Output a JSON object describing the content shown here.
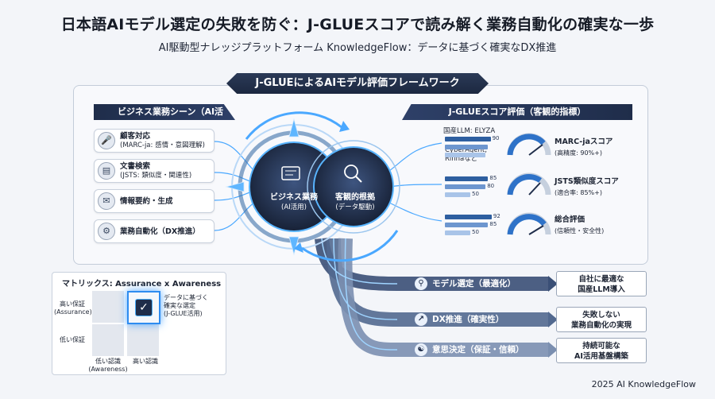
{
  "header": {
    "title": "日本語AIモデル選定の失敗を防ぐ：J-GLUEスコアで読み解く業務自動化の確実な一歩",
    "subtitle": "AI駆動型ナレッジプラットフォーム KnowledgeFlow：データに基づく確実なDX推進"
  },
  "framework": {
    "title": "J-GLUEによるAIモデル評価フレームワーク"
  },
  "left_panel": {
    "title": "ビジネス業務シーン（AI活用）",
    "items": [
      {
        "icon": "microphone-icon",
        "label": "顧客対応",
        "sub": "(MARC-ja: 感情・意図理解)"
      },
      {
        "icon": "document-icon",
        "label": "文書検索",
        "sub": "(JSTS: 類似度・関連性)"
      },
      {
        "icon": "chat-icon",
        "label": "情報要約・生成",
        "sub": ""
      },
      {
        "icon": "gear-icon",
        "label": "業務自動化（DX推進）",
        "sub": ""
      }
    ]
  },
  "hub": {
    "left_label": "ビジネス業務",
    "left_sub": "(AI活用)",
    "right_label": "客観的根拠",
    "right_sub": "(データ駆動)"
  },
  "right_panel": {
    "title": "J-GLUEスコア評価（客観的指標）",
    "model_label_1": "国産LLM: ELYZA",
    "model_label_2": "CyberAgent, Rinnaなど",
    "scores": [
      {
        "title": "MARC-jaスコア",
        "sub": "(高精度: 90%+)",
        "bars": [
          90,
          85,
          80
        ],
        "bar_labels": [
          "90",
          "",
          ""
        ]
      },
      {
        "title": "JSTS類似度スコア",
        "sub": "(適合率: 85%+)",
        "bars": [
          85,
          80,
          50
        ],
        "bar_labels": [
          "85",
          "80",
          "50"
        ]
      },
      {
        "title": "総合評価",
        "sub": "(信頼性・安全性)",
        "bars": [
          92,
          85,
          50
        ],
        "bar_labels": [
          "92",
          "85",
          "50"
        ]
      }
    ]
  },
  "matrix": {
    "title": "マトリックス: Assurance x Awareness",
    "y_high": "高い保証",
    "y_high_sub": "(Assurance)",
    "y_low": "低い保証",
    "x_low": "低い認識",
    "x_low_sub": "(Awareness)",
    "x_high": "高い認識",
    "note_1": "データに基づく",
    "note_2": "確実な選定",
    "note_3": "(J-GLUE活用)"
  },
  "flows": [
    {
      "icon": "search-icon",
      "label": "モデル選定（最適化）",
      "out_1": "自社に最適な",
      "out_2": "国産LLM導入"
    },
    {
      "icon": "growth-icon",
      "label": "DX推進（確実性）",
      "out_1": "失敗しない",
      "out_2": "業務自動化の実現"
    },
    {
      "icon": "handshake-icon",
      "label": "意思決定（保証・信頼）",
      "out_1": "持続可能な",
      "out_2": "AI活用基盤構築"
    }
  ],
  "footer": "2025 AI KnowledgeFlow",
  "colors": {
    "navy": "#1f2d4a",
    "accent": "#2e8cf0",
    "glow": "#53a8ff"
  }
}
